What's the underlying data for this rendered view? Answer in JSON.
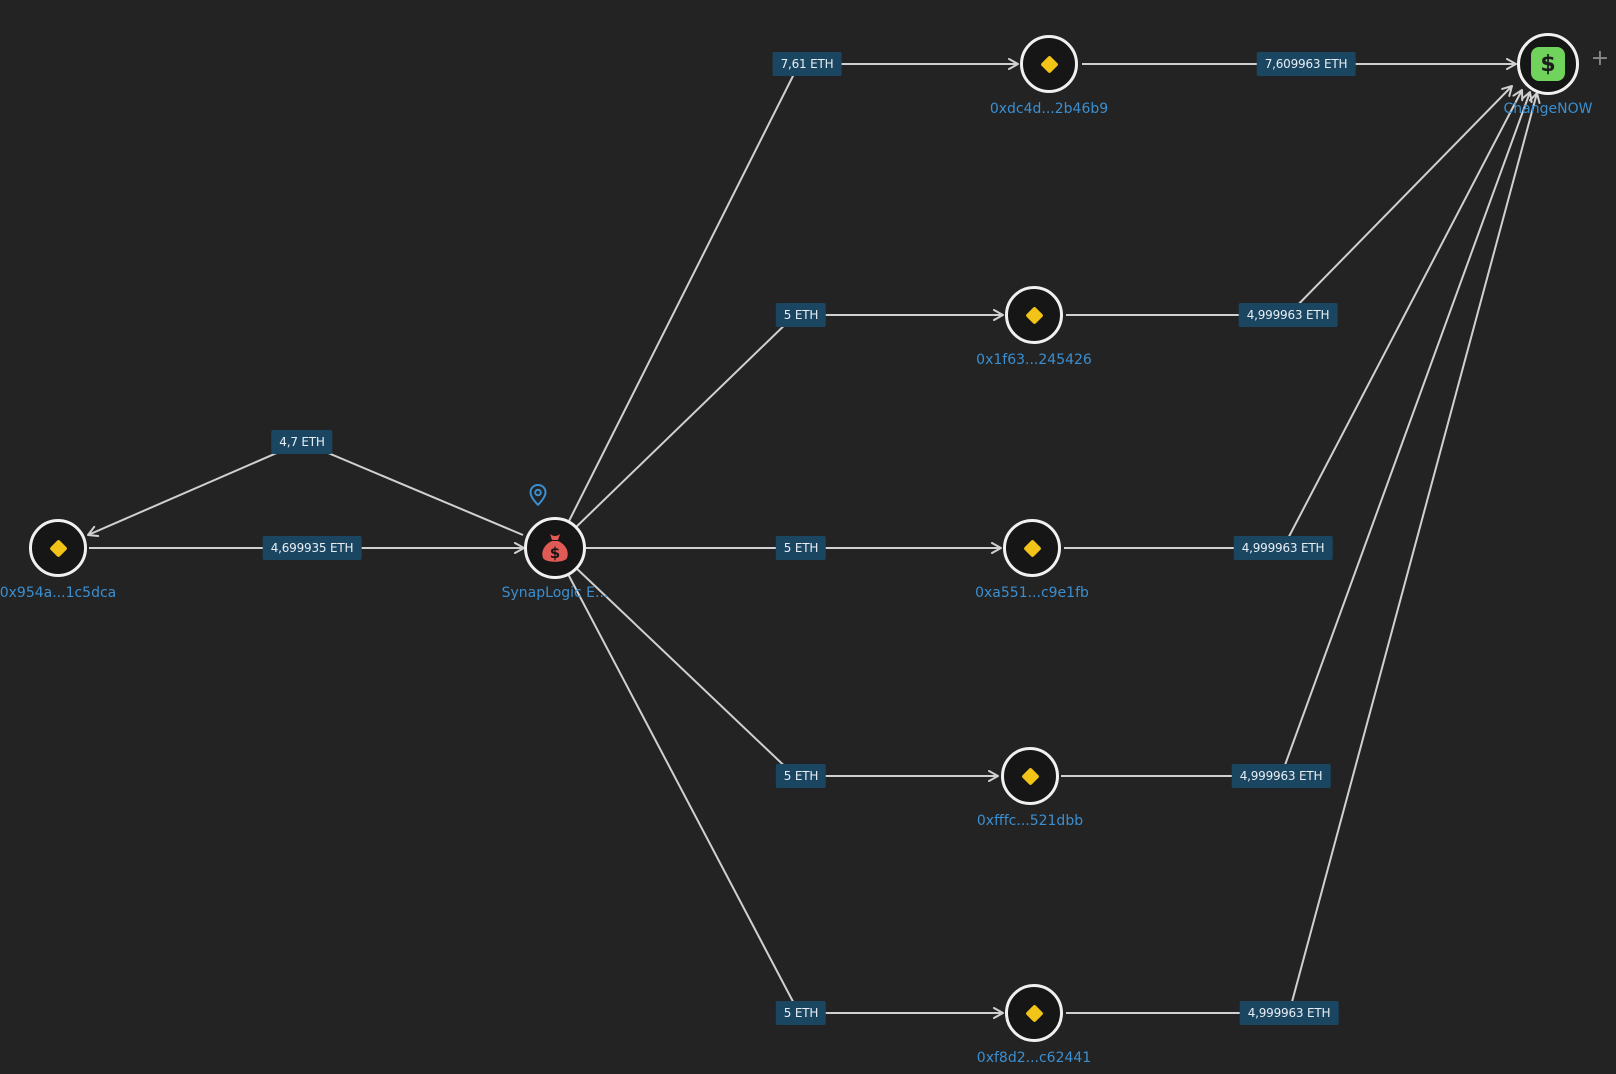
{
  "colors": {
    "background": "#232323",
    "edge": "#d0d0d0",
    "edge_label_bg": "#1b4662",
    "node_label": "#3b8fd0",
    "token_diamond": "#f2c417",
    "exchange": "#6fd35c",
    "source_bag": "#e25a56"
  },
  "nodes": {
    "n0x954a": {
      "label": "0x954a...1c5dca",
      "icon": "diamond-icon"
    },
    "synaplogic": {
      "label": "SynapLogic E...",
      "icon": "money-bag-icon"
    },
    "n0xdc4d": {
      "label": "0xdc4d...2b46b9",
      "icon": "diamond-icon"
    },
    "n0x1f63": {
      "label": "0x1f63...245426",
      "icon": "diamond-icon"
    },
    "n0xa551": {
      "label": "0xa551...c9e1fb",
      "icon": "diamond-icon"
    },
    "n0xfffc": {
      "label": "0xfffc...521dbb",
      "icon": "diamond-icon"
    },
    "n0xf8d2": {
      "label": "0xf8d2...c62441",
      "icon": "diamond-icon"
    },
    "changenow": {
      "label": "ChangeNOW",
      "icon": "dollar-icon"
    }
  },
  "edges": {
    "e_47": {
      "label": "4,7 ETH"
    },
    "e_4699935": {
      "label": "4,699935 ETH"
    },
    "e_761": {
      "label": "7,61 ETH"
    },
    "e_5a": {
      "label": "5 ETH"
    },
    "e_5b": {
      "label": "5 ETH"
    },
    "e_5c": {
      "label": "5 ETH"
    },
    "e_5d": {
      "label": "5 ETH"
    },
    "e_7609963": {
      "label": "7,609963 ETH"
    },
    "e_4999963a": {
      "label": "4,999963 ETH"
    },
    "e_4999963b": {
      "label": "4,999963 ETH"
    },
    "e_4999963c": {
      "label": "4,999963 ETH"
    },
    "e_4999963d": {
      "label": "4,999963 ETH"
    }
  },
  "controls": {
    "add_symbol": "+"
  }
}
